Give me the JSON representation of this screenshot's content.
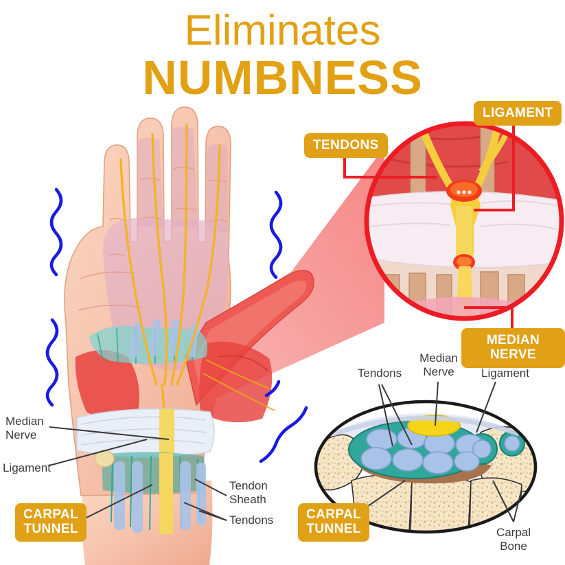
{
  "title": {
    "line1": "Eliminates",
    "line2": "NUMBNESS",
    "color": "#E2A013"
  },
  "theme": {
    "badge_bg": "#E0A117",
    "badge_text": "#ffffff",
    "leader_red": "#ED1C24",
    "leader_dark": "#3a3a3a",
    "tingle_blue": "#1A1AE0",
    "cone_pink": "#F4807E",
    "circle_ring": "#ED1C24",
    "nerve_yellow": "#F5CE3E",
    "inflame_red": "#F03E16",
    "tendon_tan": "#D8A887",
    "muscle_red": "#E8423E",
    "sheath_teal": "#2FA89B",
    "tendon_blue": "#A9C3E8",
    "bone_cream": "#F3E2C4",
    "ligament_white": "#F3E8EE"
  },
  "hand_diagram": {
    "name": "palm-anatomy-illustration",
    "labels": [
      {
        "id": "median-nerve",
        "text": "Median\nNerve",
        "line1": "Median",
        "line2": "Nerve"
      },
      {
        "id": "ligament",
        "text": "Ligament",
        "line1": "Ligament",
        "line2": ""
      },
      {
        "id": "tendon-sheath",
        "text": "Tendon\nSheath",
        "line1": "Tendon",
        "line2": "Sheath"
      },
      {
        "id": "tendons",
        "text": "Tendons",
        "line1": "Tendons",
        "line2": ""
      }
    ],
    "badge": {
      "id": "carpal-tunnel",
      "line1": "CARPAL",
      "line2": "TUNNEL"
    },
    "tingle_marks": 5
  },
  "magnifier": {
    "name": "carpal-tunnel-magnified-view",
    "badges": [
      {
        "id": "tendons",
        "label": "TENDONS"
      },
      {
        "id": "ligament",
        "label": "LIGAMENT"
      },
      {
        "id": "median-nerve",
        "label": "MEDIAN NERVE"
      }
    ]
  },
  "cross_section": {
    "name": "wrist-cross-section",
    "labels": [
      {
        "id": "tendons",
        "line1": "Tendons",
        "line2": ""
      },
      {
        "id": "median-nerve",
        "line1": "Median",
        "line2": "Nerve"
      },
      {
        "id": "ligament",
        "line1": "Ligament",
        "line2": ""
      },
      {
        "id": "carpal-bone",
        "line1": "Carpal",
        "line2": "Bone"
      }
    ],
    "badge": {
      "id": "carpal-tunnel",
      "line1": "CARPAL",
      "line2": "TUNNEL"
    }
  }
}
